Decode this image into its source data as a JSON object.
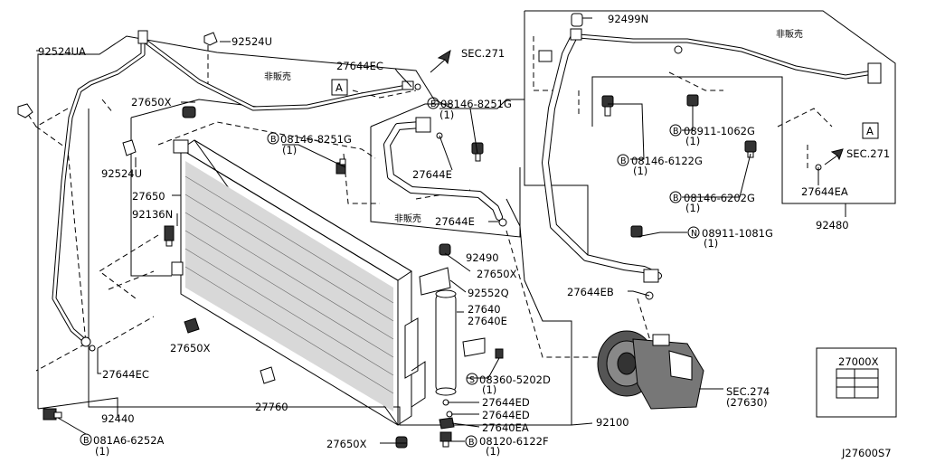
{
  "diagram_id": "J27600S7",
  "labels": {
    "p92524UA": "92524UA",
    "p92524U_top": "92524U",
    "p92524U_mid": "92524U",
    "p27650X_a": "27650X",
    "p27650X_b": "27650X",
    "p27650X_c": "27650X",
    "p27650X_d": "27650X",
    "p27650": "27650",
    "p92136N": "92136N",
    "p27644EC_top": "27644EC",
    "p27644EC_bot": "27644EC",
    "p92440": "92440",
    "p081A6": "081A6-6252A",
    "p081A6_qty": "(1)",
    "p08146_8251G_a": "08146-8251G",
    "p08146_8251G_a_qty": "(1)",
    "p08146_8251G_b": "08146-8251G",
    "p08146_8251G_b_qty": "(1)",
    "p27644E_a": "27644E",
    "p27644E_b": "27644E",
    "p92490": "92490",
    "p92552Q": "92552Q",
    "p27640": "27640",
    "p27640E": "27640E",
    "p08360": "08360-5202D",
    "p08360_qty": "(1)",
    "p27644ED_a": "27644ED",
    "p27644ED_b": "27644ED",
    "p27640EA": "27640EA",
    "p08120": "08120-6122F",
    "p08120_qty": "(1)",
    "p27760": "27760",
    "p92100": "92100",
    "sec271_a": "SEC.271",
    "sec271_b": "SEC.271",
    "sec274": "SEC.274",
    "sec274_sub": "(27630)",
    "p92499N": "92499N",
    "p08911_1062G": "08911-1062G",
    "p08911_1062G_qty": "(1)",
    "p08146_6122G": "08146-6122G",
    "p08146_6122G_qty": "(1)",
    "p08146_6202G": "08146-6202G",
    "p08146_6202G_qty": "(1)",
    "p08911_1081G": "08911-1081G",
    "p08911_1081G_qty": "(1)",
    "p27644EA": "27644EA",
    "p92480": "92480",
    "p27644EB": "27644EB",
    "p27000X": "27000X",
    "not_for_sale_a": "非販売",
    "not_for_sale_b": "非販売",
    "not_for_sale_c": "非販売",
    "ref_A_a": "A",
    "ref_A_b": "A",
    "bolt_B": "B",
    "nut_N": "N",
    "screw_S": "S"
  }
}
